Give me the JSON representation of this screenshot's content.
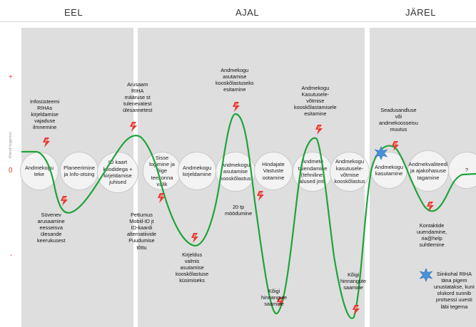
{
  "headers": {
    "eel": "EEL",
    "ajal": "AJAL",
    "jarel": "JÄREL"
  },
  "axis": {
    "plus": "+",
    "zero": "0",
    "minus": "-",
    "vertical_label": "Kliendi kogemus"
  },
  "steps": [
    {
      "label": "Andmekogu teke"
    },
    {
      "label": "Planeerimine ja Info-otsing"
    },
    {
      "label": "ID kaart koodidega + kirjeldamise juhised"
    },
    {
      "label": "Sisse logimine ja õige teekonna valik"
    },
    {
      "label": "Andmekogu kirjeldamine"
    },
    {
      "label": "Andmekogu asutamise kooskõlastus"
    },
    {
      "label": "Hindajate Vastuste ootamine"
    },
    {
      "label": "Andmete täiendamine (tehniline, alused jmt)"
    },
    {
      "label": "Andmekogu kasutusele-võtmise kooskõlastus"
    },
    {
      "label": "Andmekogu kasutamine"
    },
    {
      "label": "Andmekvaliteedi ja ajakohasuse tagamine"
    },
    {
      "label": "?"
    }
  ],
  "annotations": [
    {
      "text": "Infosüsteemi\nRIHAs\nkirjeldamise\nvajaduse\nilmnemine"
    },
    {
      "text": "Süvenev\narusaamine\neesseisva\nülesande\nkeerukusest"
    },
    {
      "text": "Arusaam\nRIHA\nmääruse st\ntulenevatest\nülesannetest"
    },
    {
      "text": "Pettumus\nMobiil-ID jt\nID-kaardi\nalternatiivide\nPuudumise\ntõttu"
    },
    {
      "text": "Kirjeldus\nvalmis\nasutamise\nkooskõlastuse\nküsimiseks"
    },
    {
      "text": "Andmekogu\nasutamise\nkooskõlastuseks\nesitamine"
    },
    {
      "text": "20 tp\nmöödumine"
    },
    {
      "text": "Kõigi\nhinnangute\nsaamine"
    },
    {
      "text": "Andmekogu\nKasutusele-\nvõtmise\nkooskõlastamisele\nesitamine"
    },
    {
      "text": "Kõigi\nhinnangute\nsaamine"
    },
    {
      "text": "Seadusandluse\nvõi\nandmekoosseisu\nmuutus"
    },
    {
      "text": "Kontaktide\nuuendamine,\nria@help\nsuhtlemine"
    }
  ],
  "legend": {
    "text": "Siinkohal RIHA\ntäna pigem\nunustatakse, kuni\nolukord sunnib\nprotsessi uuesti\nläbi tegema"
  },
  "colors": {
    "curve": "#1fa33a",
    "panel": "#dedede",
    "bolt": "#e53935",
    "star": "#4a90d9"
  }
}
